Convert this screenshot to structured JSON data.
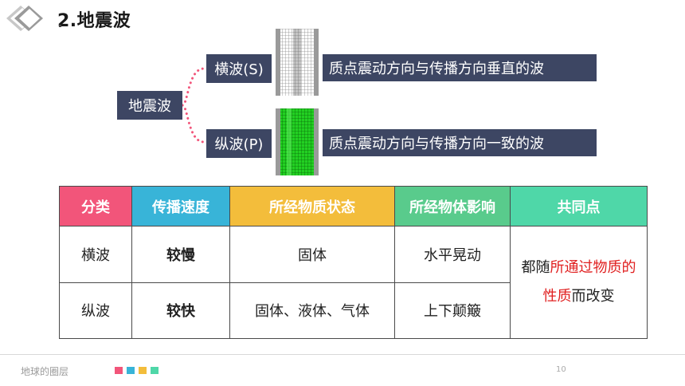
{
  "title": "2.地震波",
  "diagram": {
    "root": "地震波",
    "s_wave": {
      "label": "横波(S)",
      "description": "质点震动方向与传播方向垂直的波"
    },
    "p_wave": {
      "label": "纵波(P)",
      "description": "质点震动方向与传播方向一致的波"
    }
  },
  "table": {
    "headers": [
      {
        "text": "分类",
        "color": "#f2557a"
      },
      {
        "text": "传播速度",
        "color": "#38b4d8"
      },
      {
        "text": "所经物质状态",
        "color": "#f3bd3b"
      },
      {
        "text": "所经物体影响",
        "color": "#59cb8c"
      },
      {
        "text": "共同点",
        "color": "#4fd7a8"
      }
    ],
    "rows": [
      {
        "type": "横波",
        "speed": "较慢",
        "state": "固体",
        "effect": "水平晃动"
      },
      {
        "type": "纵波",
        "speed": "较快",
        "state": "固体、液体、气体",
        "effect": "上下颠簸"
      }
    ],
    "common": {
      "prefix": "都随",
      "highlight": "所通过物质的性质",
      "suffix": "而改变"
    }
  },
  "footer": {
    "text": "地球的圈层",
    "page": "10",
    "squares": [
      "#f2557a",
      "#38b4d8",
      "#f3bd3b",
      "#4fd7a8"
    ]
  }
}
